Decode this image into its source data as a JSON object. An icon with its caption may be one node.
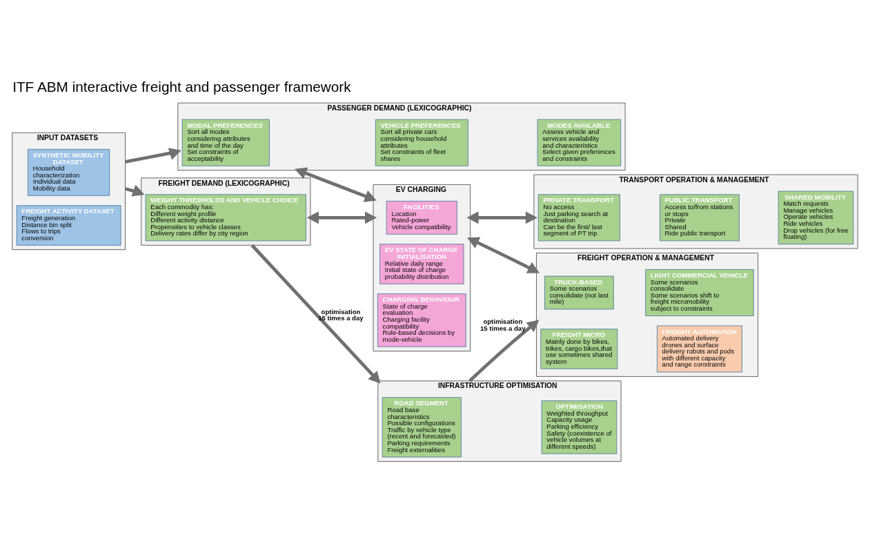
{
  "diagram": {
    "title": "ITF ABM interactive freight and passenger framework",
    "nodes": [
      {
        "text": [
          "INPUT DATASETS"
        ]
      },
      {
        "text": [
          "SYNTHETIC MOBILITY DATASET",
          "Household characterization",
          "Individual data",
          "Mobility data"
        ],
        "in": 0
      },
      {
        "text": [
          "FREIGHT ACTIVITY DATASET",
          "Freight generation",
          "Distance bin split",
          "Flows to trips conversion"
        ],
        "in": 0
      },
      {
        "text": [
          "PASSENGER DEMAND (LEXICOGRAPHIC)"
        ]
      },
      {
        "text": [
          "MODAL PREFERENCES",
          "Sort all modes considering attributes and time of the day",
          "Set constraints of acceptability"
        ],
        "in": 3
      },
      {
        "text": [
          "VEHICLE PREFERENCES",
          "Sort all private cars considering household attributes",
          "Set constraints of fleet shares"
        ],
        "in": 3
      },
      {
        "text": [
          "MODES AVAILABLE",
          "Assess vehicle and services availability and characteristics",
          "Select given preferences and constraints"
        ],
        "in": 3
      },
      {
        "text": [
          "FREIGHT DEMAND (LEXICOGRAPHIC)"
        ]
      },
      {
        "text": [
          "WEIGHT THRESHOLDS AND VEHICLE CHOICE",
          "Each commodity has:",
          "Different weight profile",
          "Different activity distance",
          "Propensities to vehicle classes",
          "Delivery rates differ by city region"
        ],
        "in": 7
      },
      {
        "text": [
          "EV CHARGING"
        ]
      },
      {
        "text": [
          "FACILITIES",
          "Location",
          "Rated-power",
          "Vehicle compatibility"
        ],
        "in": 9
      },
      {
        "text": [
          "EV STATE OF CHARGE INITIALISATION",
          "Relative daily range",
          "Initial state of charge probability distribution"
        ],
        "in": 9
      },
      {
        "text": [
          "CHARGING BEHAVIOUR",
          "State of charge evaluation",
          "Charging facility compatibility",
          "Rule-based decisions by mode-vehicle"
        ],
        "in": 9
      },
      {
        "text": [
          "TRANSPORT OPERATION & MANAGEMENT"
        ]
      },
      {
        "text": [
          "PRIVATE TRANSPORT",
          "No access",
          "Just parking search at destination",
          "Can be the first/ last segment of PT trip"
        ],
        "in": 13
      },
      {
        "text": [
          "PUBLIC TRANSPORT",
          "Access to/from stations or stops",
          "Private",
          "Shared",
          "Ride public transport"
        ],
        "in": 13
      },
      {
        "text": [
          "SHARED MOBILITY",
          "Match requests",
          "Manage vehicles",
          "Operate vehicles",
          "Ride vehicles",
          "Drop vehicles (for free floating)"
        ],
        "in": 13
      },
      {
        "text": [
          "FREIGHT OPERATION & MANAGEMENT"
        ]
      },
      {
        "text": [
          "TRUCK-BASED",
          "Some scenarios consolidate (not last mile)"
        ],
        "in": 17
      },
      {
        "text": [
          "LIGHT COMMERCIAL VEHICLE",
          "Some scenarios consolidate",
          "Some scenarios shift to freight micromobility subject to constraints"
        ],
        "in": 17
      },
      {
        "text": [
          "FREIGHT MICRO",
          "Mainly done by bikes, trikes, cargo bikes,that use sometimes shared system"
        ],
        "in": 17
      },
      {
        "text": [
          "FREIGHT AUTOMATION",
          "Automated delivery drones and surface delivery robots and pods with different capacity and range constraints"
        ],
        "in": 17
      },
      {
        "text": [
          "INFRASTRUCTURE OPTIMISATION"
        ]
      },
      {
        "text": [
          "ROAD SEGMENT",
          "Road base characteristics",
          "Possible configurations",
          "Traffic by vehicle type (recent and forecasted)",
          "Parking requirements",
          "Freight externalities"
        ],
        "in": 22
      },
      {
        "text": [
          "OPTIMISATION",
          "Weighted throughput",
          "Capacity usage",
          "Parking efficiency",
          "Safety (coexistence of vehicle volumes at different speeds)"
        ],
        "in": 22
      }
    ],
    "edges": [
      {
        "from": 0,
        "to": 3,
        "arrow": "to"
      },
      {
        "from": 0,
        "to": 7,
        "arrow": "to"
      },
      {
        "from": 3,
        "to": 9,
        "arrow": "both"
      },
      {
        "from": 7,
        "to": 9,
        "arrow": "both"
      },
      {
        "from": 9,
        "to": 13,
        "arrow": "both"
      },
      {
        "from": 9,
        "to": 17,
        "arrow": "both"
      },
      {
        "from": 7,
        "to": 22,
        "arrow": "to",
        "label": "optimisation 15 times a day"
      },
      {
        "from": 22,
        "to": 17,
        "arrow": "to",
        "label": "optimisation 15 times a day"
      }
    ]
  }
}
